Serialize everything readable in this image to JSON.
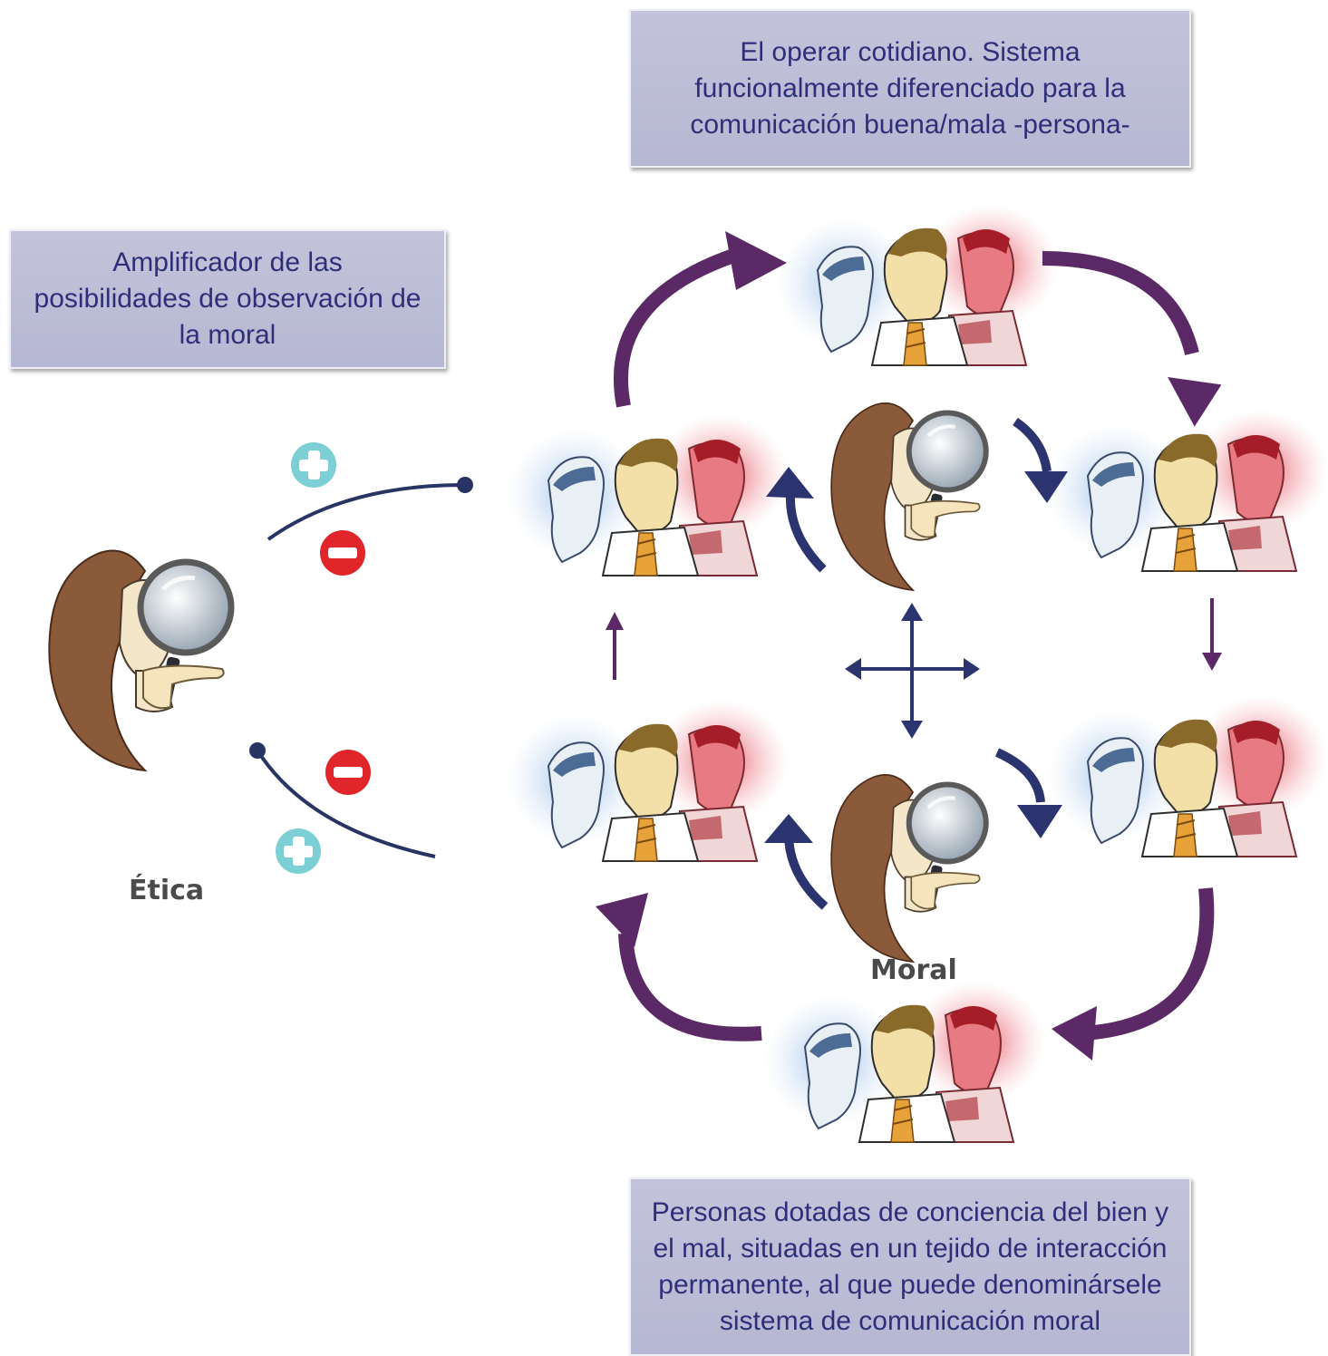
{
  "boxes": {
    "top": "El operar cotidiano. Sistema\nfuncionalmente diferenciado para la\ncomunicación  buena/mala  -persona-",
    "left": "Amplificador de las\nposibilidades de observación de\nla moral",
    "bottom": "Personas dotadas de conciencia del bien y\nel mal, situadas en un tejido de interacción\npermanente, al que puede denominársele\nsistema de comunicación moral"
  },
  "labels": {
    "etica": "Ética",
    "moral": "Moral"
  },
  "colors": {
    "box_bg": "#bcbcd6",
    "box_text": "#2e2f78",
    "arrow_purple": "#5b2a66",
    "arrow_navy": "#2c3470",
    "plus": "#7dcfd6",
    "minus": "#e0252b",
    "skin": "#f4e2b6",
    "hair": "#8a5a3a",
    "blue_wash": "#9ec3ea",
    "red_wash": "#e8505a"
  },
  "icons": [
    "plus-icon",
    "minus-icon",
    "magnifier-woman-illustration",
    "three-men-illustration"
  ]
}
